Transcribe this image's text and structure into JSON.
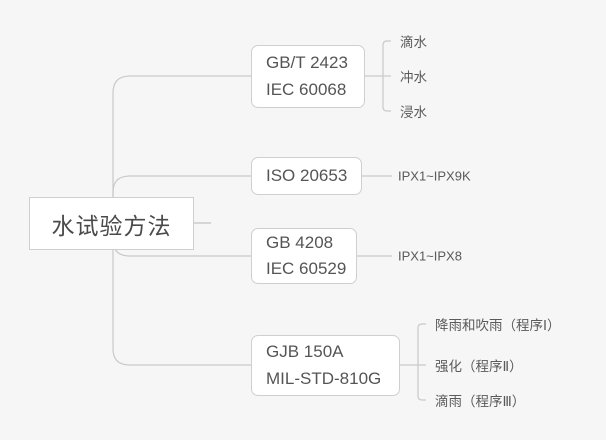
{
  "diagram": {
    "type": "mind-map",
    "background_color": "#f6f6f6",
    "node_fill": "#ffffff",
    "node_border": "#cfcfcf",
    "text_color": "#555555",
    "connector_color": "#c4c4c4",
    "root": {
      "label": "水试验方法"
    },
    "branches": [
      {
        "id": "gbt2423",
        "lines": [
          "GB/T 2423",
          "IEC 60068"
        ],
        "leaves": [
          {
            "label": "滴水"
          },
          {
            "label": "冲水"
          },
          {
            "label": "浸水"
          }
        ]
      },
      {
        "id": "iso20653",
        "lines": [
          "ISO 20653"
        ],
        "leaves": [
          {
            "label": "IPX1~IPX9K"
          }
        ]
      },
      {
        "id": "gb4208",
        "lines": [
          "GB 4208",
          "IEC 60529"
        ],
        "leaves": [
          {
            "label": "IPX1~IPX8"
          }
        ]
      },
      {
        "id": "gjb150a",
        "lines": [
          "GJB 150A",
          "MIL-STD-810G"
        ],
        "leaves": [
          {
            "label": "降雨和吹雨（程序Ⅰ）"
          },
          {
            "label": "强化（程序Ⅱ）"
          },
          {
            "label": "滴雨（程序Ⅲ）"
          }
        ]
      }
    ]
  }
}
